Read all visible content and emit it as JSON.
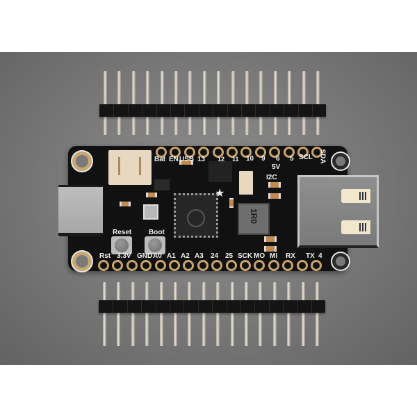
{
  "scene": {
    "subject": "Feather RP2040 USB Host development board with two 16-pin male headers",
    "background_color": "#7c7c7c",
    "board_color": "#111111",
    "pad_color": "#c9a56b",
    "silkscreen_color": "#eeeeee"
  },
  "top_header": {
    "pin_count": 16
  },
  "bottom_header": {
    "pin_count": 16
  },
  "board": {
    "top_labels": [
      "Bat",
      "EN",
      "USB",
      "13",
      "12",
      "11",
      "10",
      "9",
      "6",
      "5",
      "SCL",
      "SDA"
    ],
    "bottom_labels": [
      "Rst",
      "3.3V",
      "GND",
      "A0",
      "A1",
      "A2",
      "A3",
      "24",
      "25",
      "SCK",
      "MO",
      "MI",
      "RX",
      "TX",
      "4"
    ],
    "misc_labels": {
      "five_volt": "5V",
      "i2c": "I2C",
      "reset_button": "Reset",
      "boot_button": "Boot",
      "inductor": "1R0"
    },
    "components": [
      "usb-c-connector",
      "jst-battery-connector",
      "rp2040-chip",
      "reset-button",
      "boot-button",
      "usb-a-host-port",
      "stemma-qt-connector",
      "power-inductor"
    ]
  }
}
